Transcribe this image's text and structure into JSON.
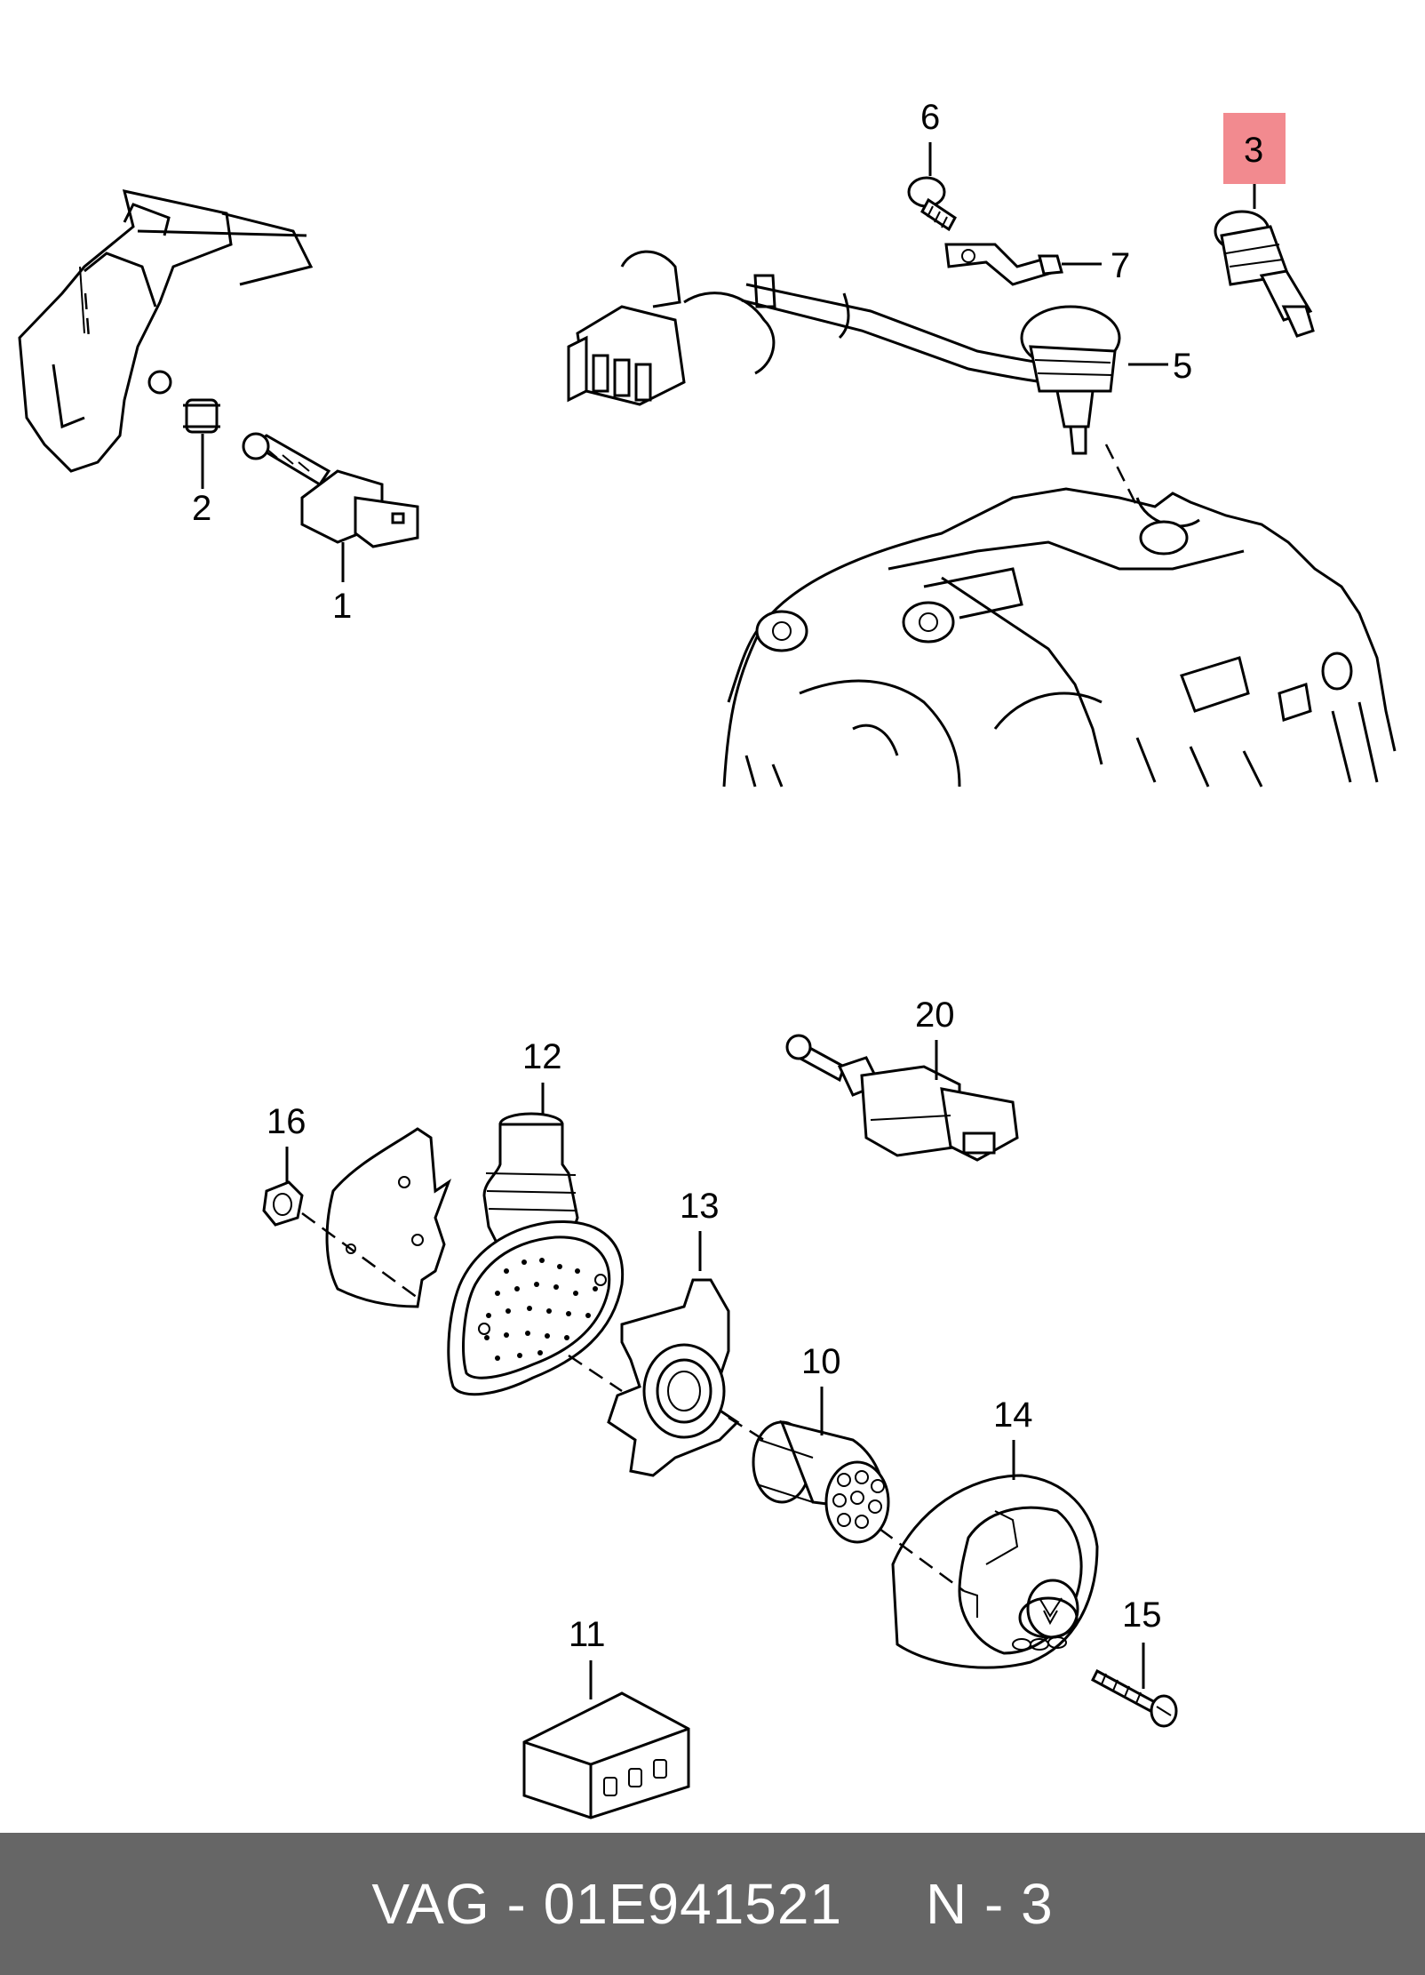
{
  "diagram": {
    "highlight_color": "#f28a8f",
    "callouts": [
      {
        "id": "1",
        "text": "1"
      },
      {
        "id": "2",
        "text": "2"
      },
      {
        "id": "3",
        "text": "3",
        "highlighted": true
      },
      {
        "id": "5",
        "text": "5"
      },
      {
        "id": "6",
        "text": "6"
      },
      {
        "id": "7",
        "text": "7"
      },
      {
        "id": "10",
        "text": "10"
      },
      {
        "id": "11",
        "text": "11"
      },
      {
        "id": "12",
        "text": "12"
      },
      {
        "id": "13",
        "text": "13"
      },
      {
        "id": "14",
        "text": "14"
      },
      {
        "id": "15",
        "text": "15"
      },
      {
        "id": "16",
        "text": "16"
      },
      {
        "id": "20",
        "text": "20"
      }
    ]
  },
  "footer": {
    "text": "VAG - 01E941521     N - 3",
    "background": "#666666"
  }
}
